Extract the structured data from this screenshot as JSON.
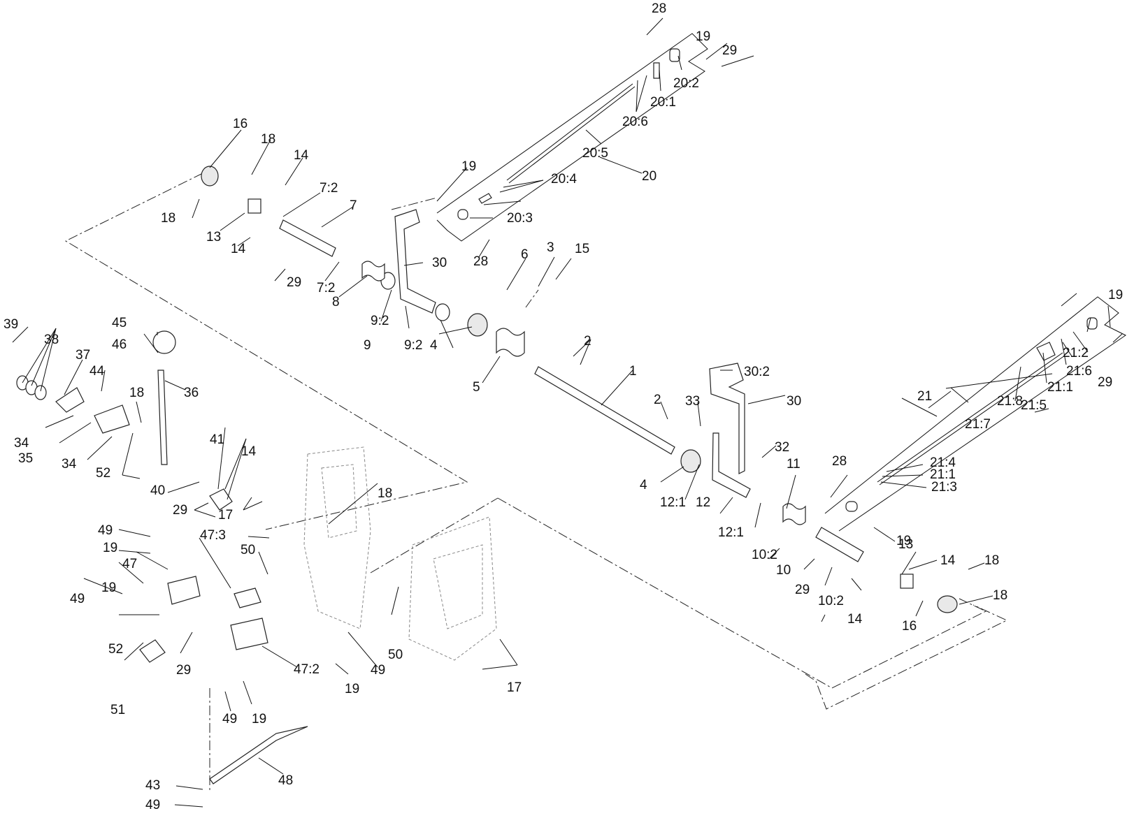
{
  "labels": [
    "28",
    "19",
    "29",
    "20:2",
    "20:1",
    "20:6",
    "20:5",
    "20",
    "20:4",
    "19",
    "20:3",
    "28",
    "16",
    "18",
    "14",
    "7:2",
    "7",
    "13",
    "18",
    "14",
    "29",
    "7:2",
    "8",
    "30",
    "9:2",
    "9",
    "9:2",
    "6",
    "3",
    "15",
    "4",
    "5",
    "2",
    "1",
    "30:2",
    "30",
    "2",
    "33",
    "32",
    "4",
    "12:1",
    "12",
    "12:1",
    "11",
    "28",
    "19",
    "21:2",
    "21:6",
    "29",
    "21:5",
    "21:1",
    "21:8",
    "21",
    "21:7",
    "21:4",
    "21:1",
    "21:3",
    "19",
    "10:2",
    "10",
    "29",
    "10:2",
    "13",
    "14",
    "18",
    "18",
    "14",
    "16",
    "39",
    "38",
    "37",
    "45",
    "46",
    "36",
    "44",
    "18",
    "34",
    "35",
    "34",
    "41",
    "14",
    "52",
    "40",
    "29",
    "18",
    "49",
    "19",
    "47:3",
    "17",
    "50",
    "47",
    "19",
    "49",
    "52",
    "29",
    "51",
    "50",
    "17",
    "49",
    "19",
    "47:2",
    "49",
    "19",
    "48",
    "43",
    "49"
  ]
}
